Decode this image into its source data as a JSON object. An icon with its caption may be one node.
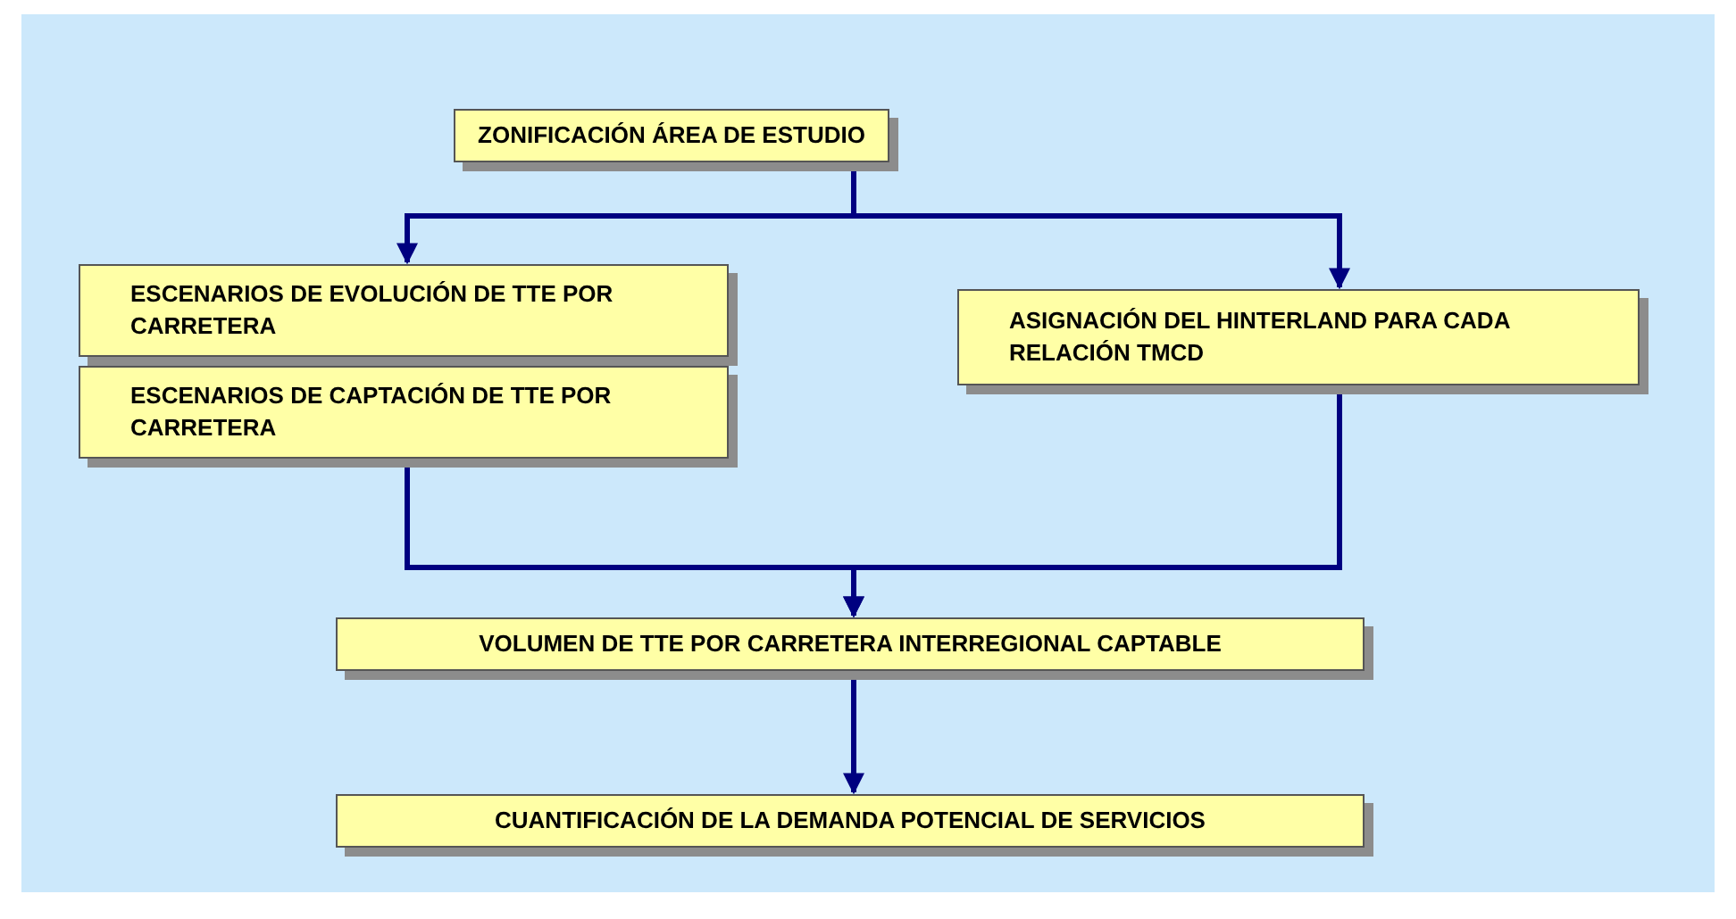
{
  "diagram": {
    "nodes": [
      {
        "text": [
          "ZONIFICACIÓN ÁREA DE ESTUDIO"
        ]
      },
      {
        "text": [
          "ESCENARIOS DE EVOLUCIÓN DE TTE POR CARRETERA"
        ]
      },
      {
        "text": [
          "ESCENARIOS DE CAPTACIÓN DE TTE POR CARRETERA"
        ]
      },
      {
        "text": [
          "ASIGNACIÓN DEL HINTERLAND PARA CADA RELACIÓN TMCD"
        ]
      },
      {
        "text": [
          "VOLUMEN DE TTE POR CARRETERA INTERREGIONAL CAPTABLE"
        ]
      },
      {
        "text": [
          "CUANTIFICACIÓN DE LA DEMANDA POTENCIAL DE SERVICIOS"
        ]
      }
    ],
    "edges": [
      {
        "from": 0,
        "to": 1,
        "arrow": "to"
      },
      {
        "from": 0,
        "to": 3,
        "arrow": "to"
      },
      {
        "from": 2,
        "to": 4,
        "arrow": "to"
      },
      {
        "from": 3,
        "to": 4,
        "arrow": "to"
      },
      {
        "from": 4,
        "to": 5,
        "arrow": "to"
      }
    ]
  }
}
